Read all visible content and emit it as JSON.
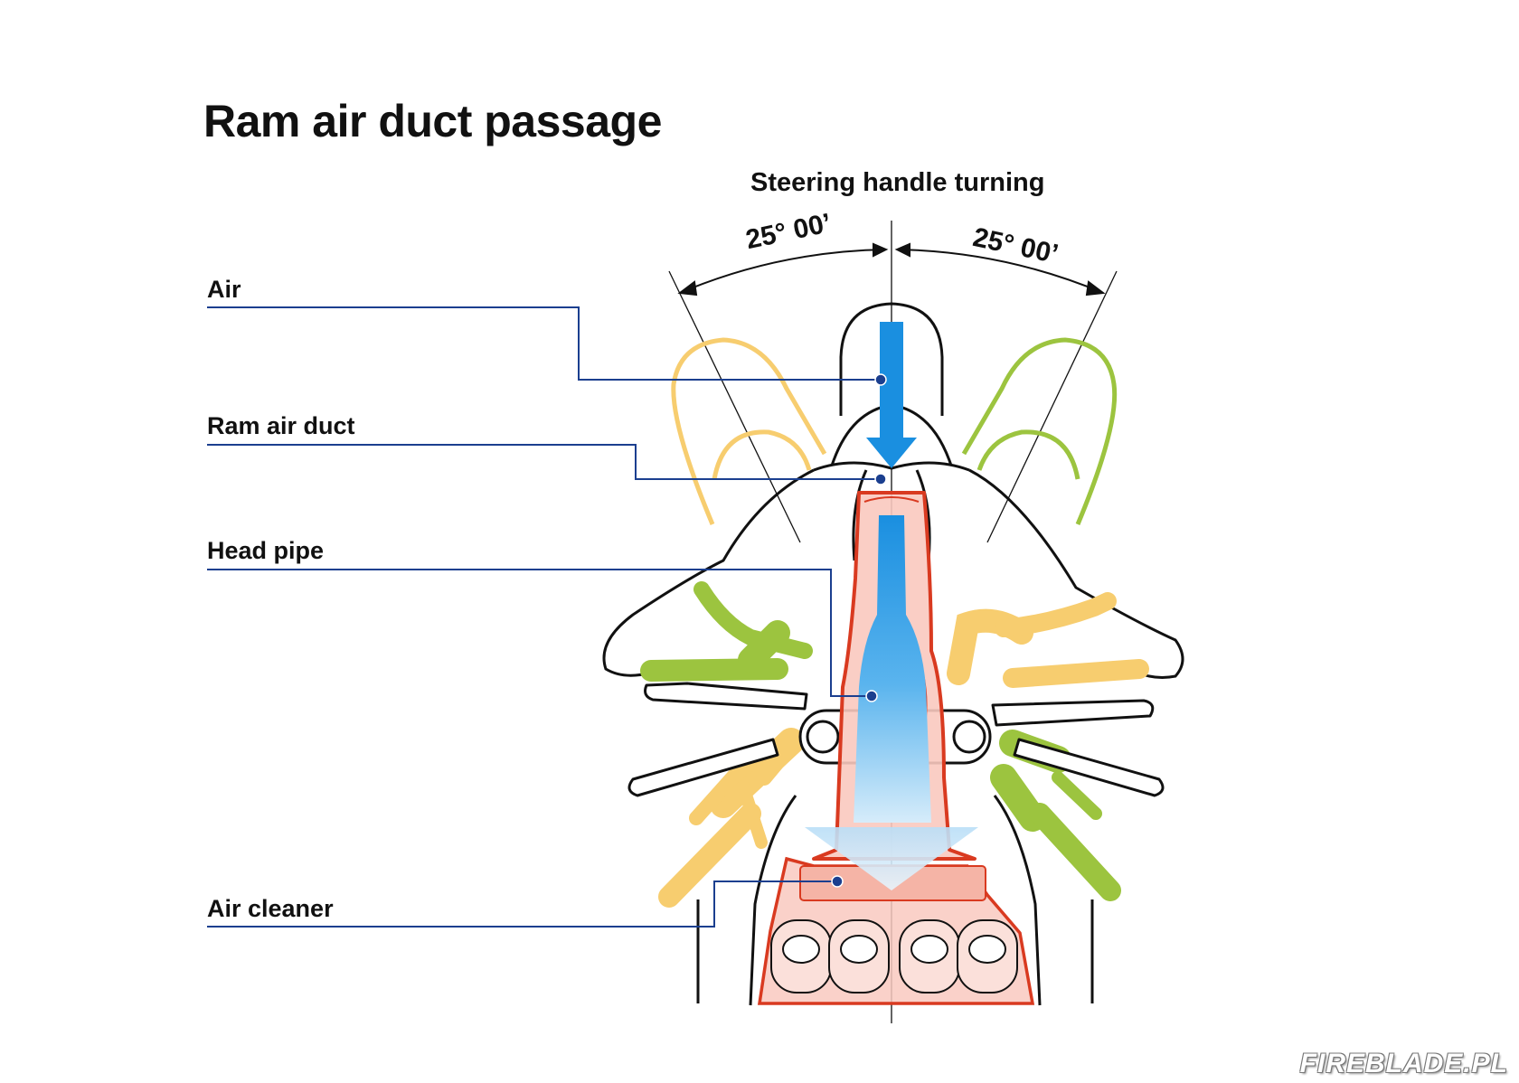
{
  "title": "Ram air duct passage",
  "subtitle": "Steering handle turning",
  "angles": {
    "left": "25° 00’",
    "right": "25° 00’"
  },
  "labels": {
    "air": "Air",
    "ram_air_duct": "Ram air duct",
    "head_pipe": "Head pipe",
    "air_cleaner": "Air cleaner"
  },
  "watermark": "FIREBLADE.PL",
  "colors": {
    "air_flow": "#1a8fe0",
    "leader_line": "#1b3f8f",
    "duct_outline": "#d93a20",
    "duct_fill": "#f9c9bf",
    "left_turn": "#f7cd6f",
    "right_turn": "#9cc43f",
    "outline": "#111111"
  }
}
